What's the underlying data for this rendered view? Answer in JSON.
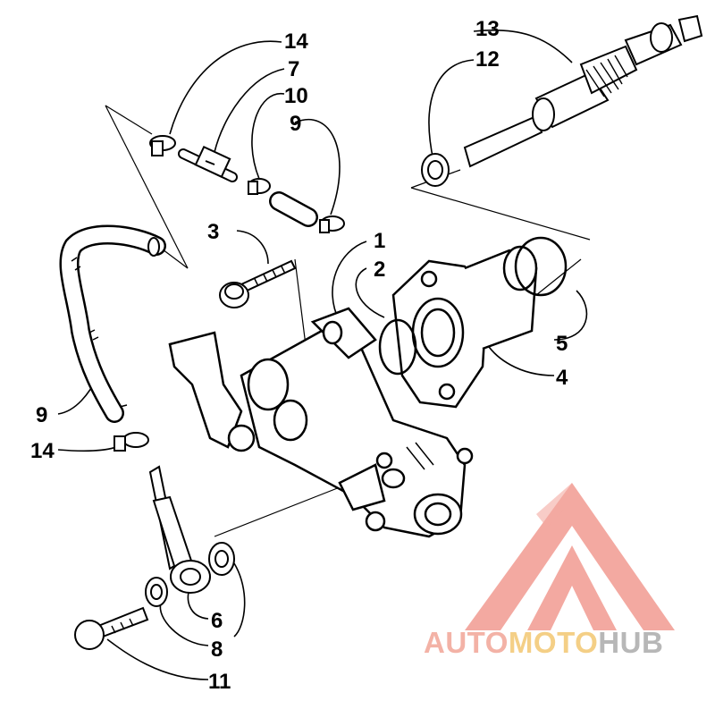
{
  "diagram": {
    "callouts": {
      "c1": "1",
      "c2": "2",
      "c3": "3",
      "c4": "4",
      "c5": "5",
      "c6": "6",
      "c7": "7",
      "c8": "8",
      "c9a": "9",
      "c9b": "9",
      "c10": "10",
      "c11": "11",
      "c12": "12",
      "c13": "13",
      "c14a": "14",
      "c14b": "14"
    }
  },
  "watermark": {
    "part1": "AUTO",
    "part2": "MOTO",
    "part3": "HUB",
    "colors": {
      "part1": "#f3b2a6",
      "part2": "#f4cf86",
      "part3": "#b7b7b7",
      "logo": "#f19b91"
    }
  }
}
